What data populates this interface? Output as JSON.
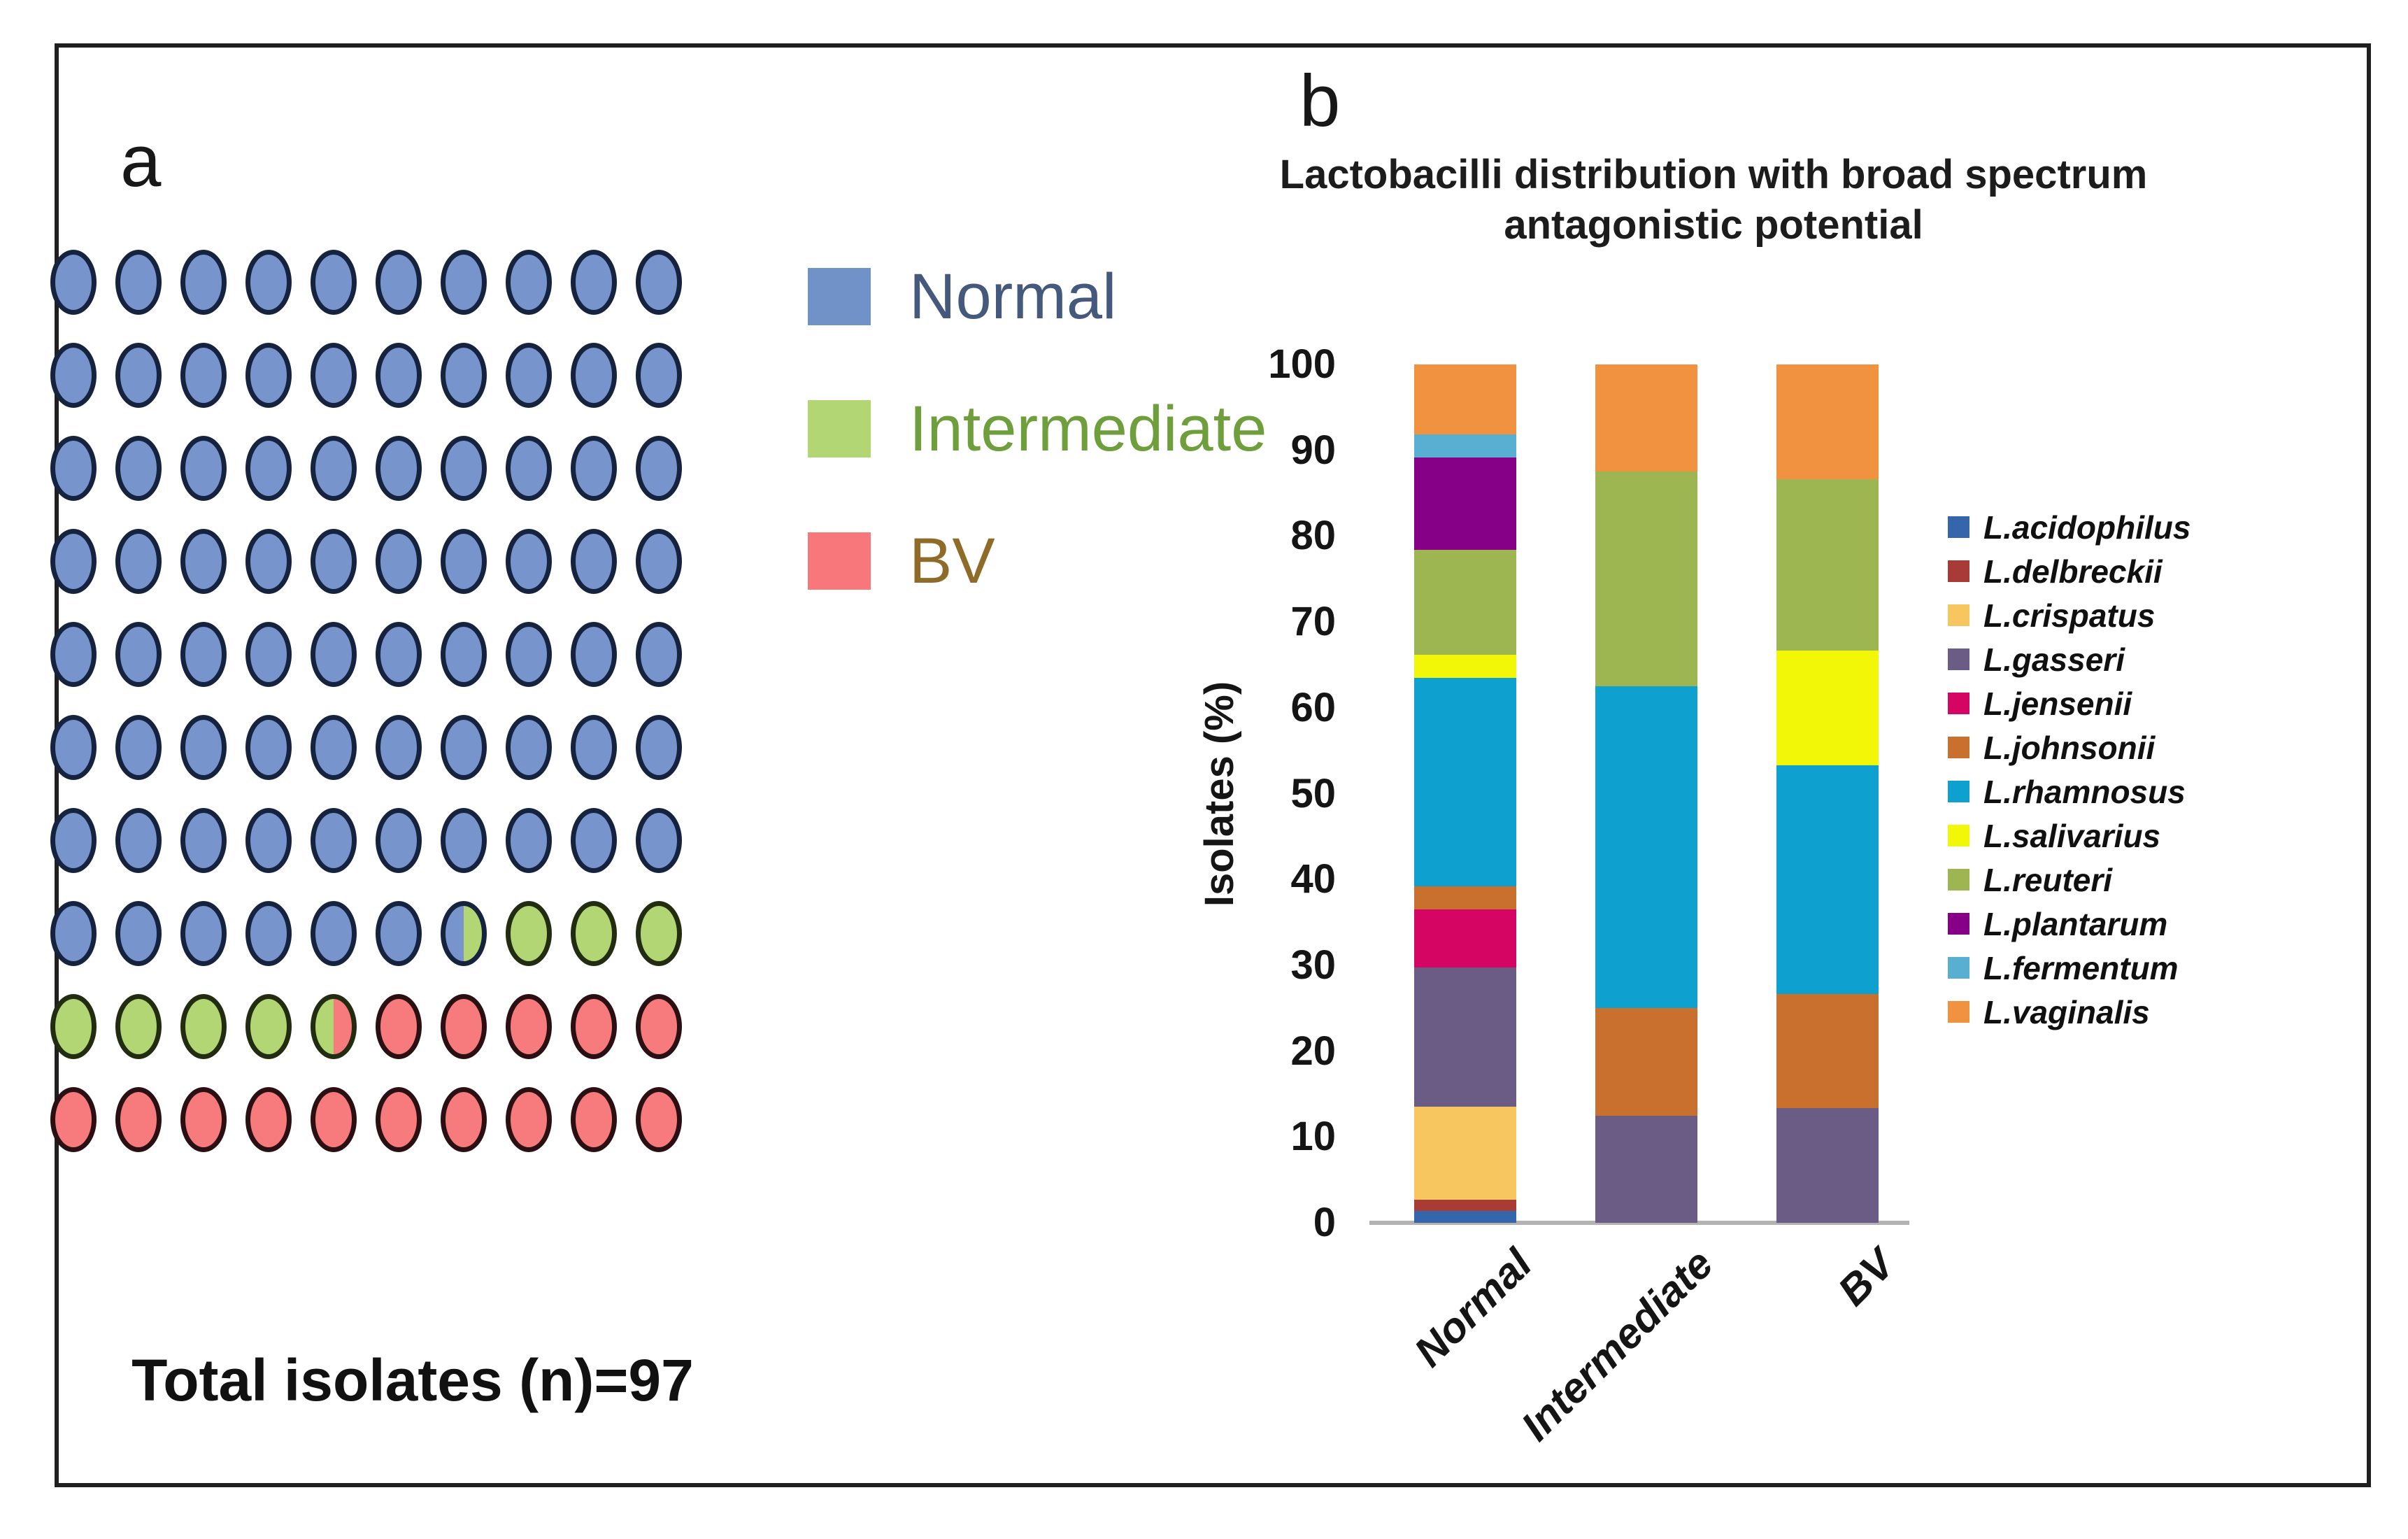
{
  "figure": {
    "panel_a": {
      "label": "a",
      "total_label": "Total isolates (n)=97",
      "legend": [
        {
          "label": "Normal",
          "swatch": "#7191c9",
          "text_color": "#44597c"
        },
        {
          "label": "Intermediate",
          "swatch": "#b2d674",
          "text_color": "#6f9e3c"
        },
        {
          "label": "BV",
          "swatch": "#f8777b",
          "text_color": "#8f6b2a"
        }
      ]
    },
    "panel_b": {
      "label": "b",
      "title_line1": "Lactobacilli distribution with broad spectrum",
      "title_line2": "antagonistic potential",
      "y_axis_label": "Isolates (%)"
    }
  },
  "chart_data": [
    {
      "type": "waffle",
      "title": "Total isolates (n)=97",
      "categories": [
        "Normal",
        "Intermediate",
        "BV"
      ],
      "circle_units_of_100": [
        76.5,
        8,
        15.5
      ],
      "grid": {
        "rows": 10,
        "cols": 10
      },
      "grid_rows": [
        "BBBBBBBBBB",
        "BBBBBBBBBB",
        "BBBBBBBBBB",
        "BBBBBBBBBB",
        "BBBBBBBBBB",
        "BBBBBBBBBB",
        "BBBBBBBBBB",
        "BBBBBBHGGG",
        "GGGGXRRRRR",
        "RRRRRRRRRR"
      ],
      "cell_colors": {
        "B": {
          "fill": "#7894cd",
          "border": "#16233f"
        },
        "G": {
          "fill": "#b2d674",
          "border": "#222c10"
        },
        "R": {
          "fill": "#f77b7d",
          "border": "#2b1013"
        },
        "H": {
          "fill_left": "#7894cd",
          "fill_right": "#b2d674",
          "border": "#16233f"
        },
        "X": {
          "fill_left": "#b2d674",
          "fill_right": "#f77b7d",
          "border": "#222c10"
        }
      }
    },
    {
      "type": "bar",
      "stacked": true,
      "title": "Lactobacilli distribution with broad spectrum antagonistic potential",
      "xlabel": "",
      "ylabel": "Isolates (%)",
      "ylim": [
        0,
        100
      ],
      "ytick_step": 10,
      "grid": false,
      "legend_position": "right",
      "categories": [
        "Normal",
        "Intermediate",
        "BV"
      ],
      "series": [
        {
          "name": "L.acidophilus",
          "color": "#3566ab",
          "values": [
            1.35,
            0,
            0
          ]
        },
        {
          "name": "L.delbreckii",
          "color": "#a83b36",
          "values": [
            1.35,
            0,
            0
          ]
        },
        {
          "name": "L.crispatus",
          "color": "#f7c65e",
          "values": [
            10.81,
            0,
            0
          ]
        },
        {
          "name": "L.gasseri",
          "color": "#6a5c85",
          "values": [
            16.22,
            12.5,
            13.33
          ]
        },
        {
          "name": "L.jensenii",
          "color": "#d50563",
          "values": [
            6.76,
            0,
            0
          ]
        },
        {
          "name": "L.johnsonii",
          "color": "#c9702f",
          "values": [
            2.7,
            12.5,
            13.33
          ]
        },
        {
          "name": "L.rhamnosus",
          "color": "#0ea0ce",
          "values": [
            24.32,
            37.5,
            26.67
          ]
        },
        {
          "name": "L.salivarius",
          "color": "#f2f607",
          "values": [
            2.7,
            0,
            13.33
          ]
        },
        {
          "name": "L.reuteri",
          "color": "#9db652",
          "values": [
            12.16,
            25,
            20
          ]
        },
        {
          "name": "L.plantarum",
          "color": "#860087",
          "values": [
            10.81,
            0,
            0
          ]
        },
        {
          "name": "L.fermentum",
          "color": "#58afd2",
          "values": [
            2.7,
            0,
            0
          ]
        },
        {
          "name": "L.vaginalis",
          "color": "#f0923f",
          "values": [
            8.11,
            12.5,
            13.34
          ]
        }
      ]
    }
  ]
}
